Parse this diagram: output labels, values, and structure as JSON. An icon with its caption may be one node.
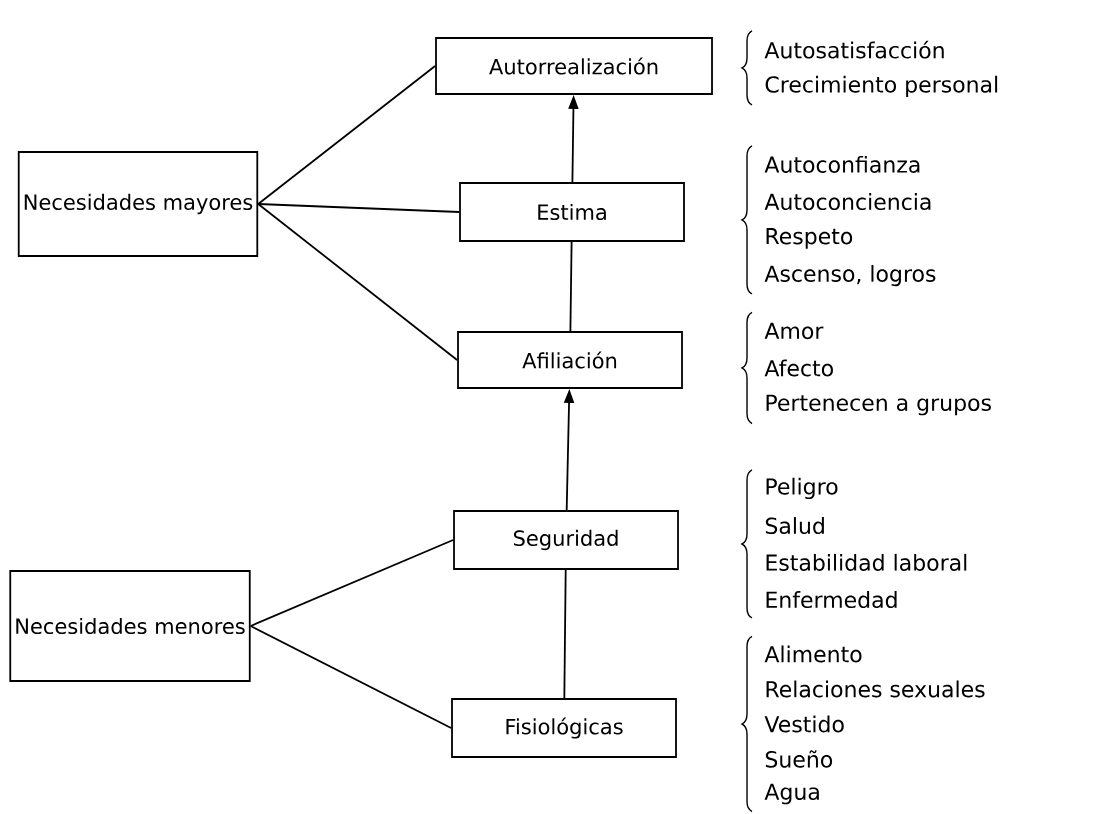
{
  "diagram": {
    "nodes": [
      {
        "text": [
          "Autorrealización"
        ],
        "beside": [
          "Autosatisfacción",
          "Crecimiento personal"
        ]
      },
      {
        "text": [
          "Necesidades mayores"
        ]
      },
      {
        "text": [
          "Estima"
        ],
        "beside": [
          "Autoconfianza",
          "Autoconciencia",
          "Respeto",
          "Ascenso, logros"
        ]
      },
      {
        "text": [
          "Afiliación"
        ],
        "beside": [
          "Amor",
          "Afecto",
          "Pertenecen a grupos"
        ]
      },
      {
        "text": [
          "Seguridad"
        ],
        "beside": [
          "Peligro",
          "Salud",
          "Estabilidad laboral",
          "Enfermedad"
        ]
      },
      {
        "text": [
          "Necesidades menores"
        ]
      },
      {
        "text": [
          "Fisiológicas"
        ],
        "beside": [
          "Alimento",
          "Relaciones sexuales",
          "Vestido",
          "Sueño",
          "Agua"
        ]
      }
    ],
    "edges": [
      {
        "from": 1,
        "to": 0,
        "arrow": "none"
      },
      {
        "from": 1,
        "to": 2,
        "arrow": "none"
      },
      {
        "from": 1,
        "to": 3,
        "arrow": "none"
      },
      {
        "from": 5,
        "to": 4,
        "arrow": "none"
      },
      {
        "from": 5,
        "to": 6,
        "arrow": "none"
      },
      {
        "from": 6,
        "to": 4,
        "arrow": "none"
      },
      {
        "from": 4,
        "to": 3,
        "arrow": "to"
      },
      {
        "from": 3,
        "to": 2,
        "arrow": "none"
      },
      {
        "from": 2,
        "to": 0,
        "arrow": "to"
      }
    ]
  }
}
